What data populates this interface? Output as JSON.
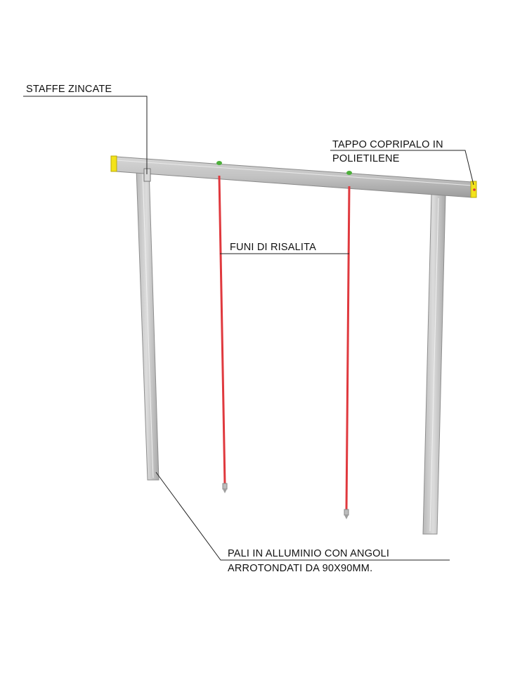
{
  "labels": {
    "brackets": "STAFFE ZINCATE",
    "cap_line1": "TAPPO COPRIPALO IN",
    "cap_line2": "POLIETILENE",
    "ropes": "FUNI DI RISALITA",
    "posts_line1": "PALI IN ALLUMINIO CON ANGOLI",
    "posts_line2": "ARROTONDATI DA 90X90MM."
  },
  "colors": {
    "frame": "#c8c8c8",
    "frame_shadow": "#9a9a9a",
    "rope": "#e0393e",
    "cap": "#f3e31a",
    "mount": "#4caf3a",
    "leader": "#222222"
  }
}
